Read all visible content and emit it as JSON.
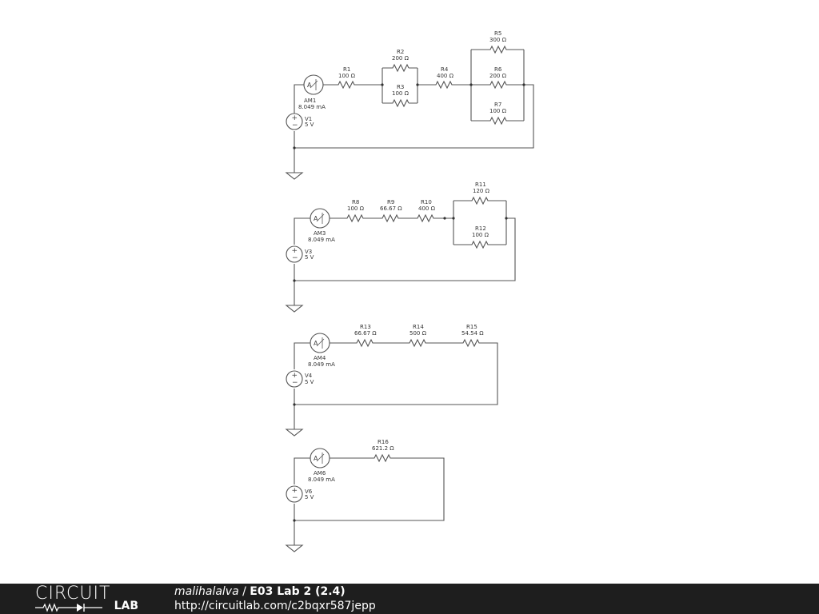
{
  "circuits": [
    {
      "ammeter": {
        "name": "AM1",
        "reading": "8.049 mA"
      },
      "source": {
        "name": "V1",
        "value": "5 V"
      },
      "resistors": [
        {
          "name": "R1",
          "value": "100 Ω"
        },
        {
          "name": "R2",
          "value": "200 Ω"
        },
        {
          "name": "R3",
          "value": "100 Ω"
        },
        {
          "name": "R4",
          "value": "400 Ω"
        },
        {
          "name": "R5",
          "value": "300 Ω"
        },
        {
          "name": "R6",
          "value": "200 Ω"
        },
        {
          "name": "R7",
          "value": "100 Ω"
        }
      ]
    },
    {
      "ammeter": {
        "name": "AM3",
        "reading": "8.049 mA"
      },
      "source": {
        "name": "V3",
        "value": "5 V"
      },
      "resistors": [
        {
          "name": "R8",
          "value": "100 Ω"
        },
        {
          "name": "R9",
          "value": "66.67 Ω"
        },
        {
          "name": "R10",
          "value": "400 Ω"
        },
        {
          "name": "R11",
          "value": "120 Ω"
        },
        {
          "name": "R12",
          "value": "100 Ω"
        }
      ]
    },
    {
      "ammeter": {
        "name": "AM4",
        "reading": "8.049 mA"
      },
      "source": {
        "name": "V4",
        "value": "5 V"
      },
      "resistors": [
        {
          "name": "R13",
          "value": "66.67 Ω"
        },
        {
          "name": "R14",
          "value": "500 Ω"
        },
        {
          "name": "R15",
          "value": "54.54 Ω"
        }
      ]
    },
    {
      "ammeter": {
        "name": "AM6",
        "reading": "8.049 mA"
      },
      "source": {
        "name": "V6",
        "value": "5 V"
      },
      "resistors": [
        {
          "name": "R16",
          "value": "621.2 Ω"
        }
      ]
    }
  ],
  "footer": {
    "logo_top": "CIRCUIT",
    "logo_bottom": "LAB",
    "user": "malihalalva",
    "separator": "/",
    "title": "E03 Lab 2 (2.4)",
    "url": "http://circuitlab.com/c2bqxr587jepp"
  }
}
